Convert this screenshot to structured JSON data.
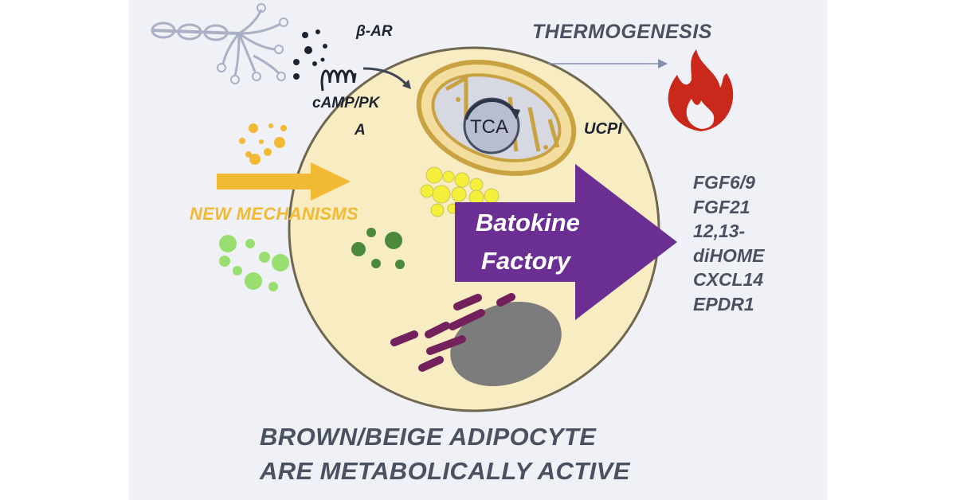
{
  "labels": {
    "thermogenesis": "THERMOGENESIS",
    "beta_ar": "β-AR",
    "camp_line1": "cAMP/PK",
    "camp_line2": "A",
    "tca": "TCA",
    "ucp": "UCPI",
    "new_mechanisms": "NEW MECHANISMS",
    "factory_line1": "Batokine",
    "factory_line2": "Factory"
  },
  "batokines": [
    "FGF6/9",
    "FGF21",
    "12,13-",
    "diHOME",
    "CXCL14",
    "EPDR1"
  ],
  "footer": {
    "line1": "BROWN/BEIGE  ADIPOCYTE",
    "line2": "ARE METABOLICALLY ACTIVE"
  },
  "colors": {
    "background": "#eff1f6",
    "cell": "#f8ecc2",
    "cell_border": "#6f6750",
    "mitochondria": "#c9a241",
    "factory_arrow": "#6b2f93",
    "yellow_arrow": "#f2b935",
    "flame": "#c8291b",
    "er": "#72215d",
    "nucleus": "#7c7c7c",
    "text": "#4a5160"
  },
  "icons": [
    "nerve-icon",
    "flame-icon",
    "receptor-icon",
    "mitochondrion-icon",
    "arrow-icon"
  ]
}
